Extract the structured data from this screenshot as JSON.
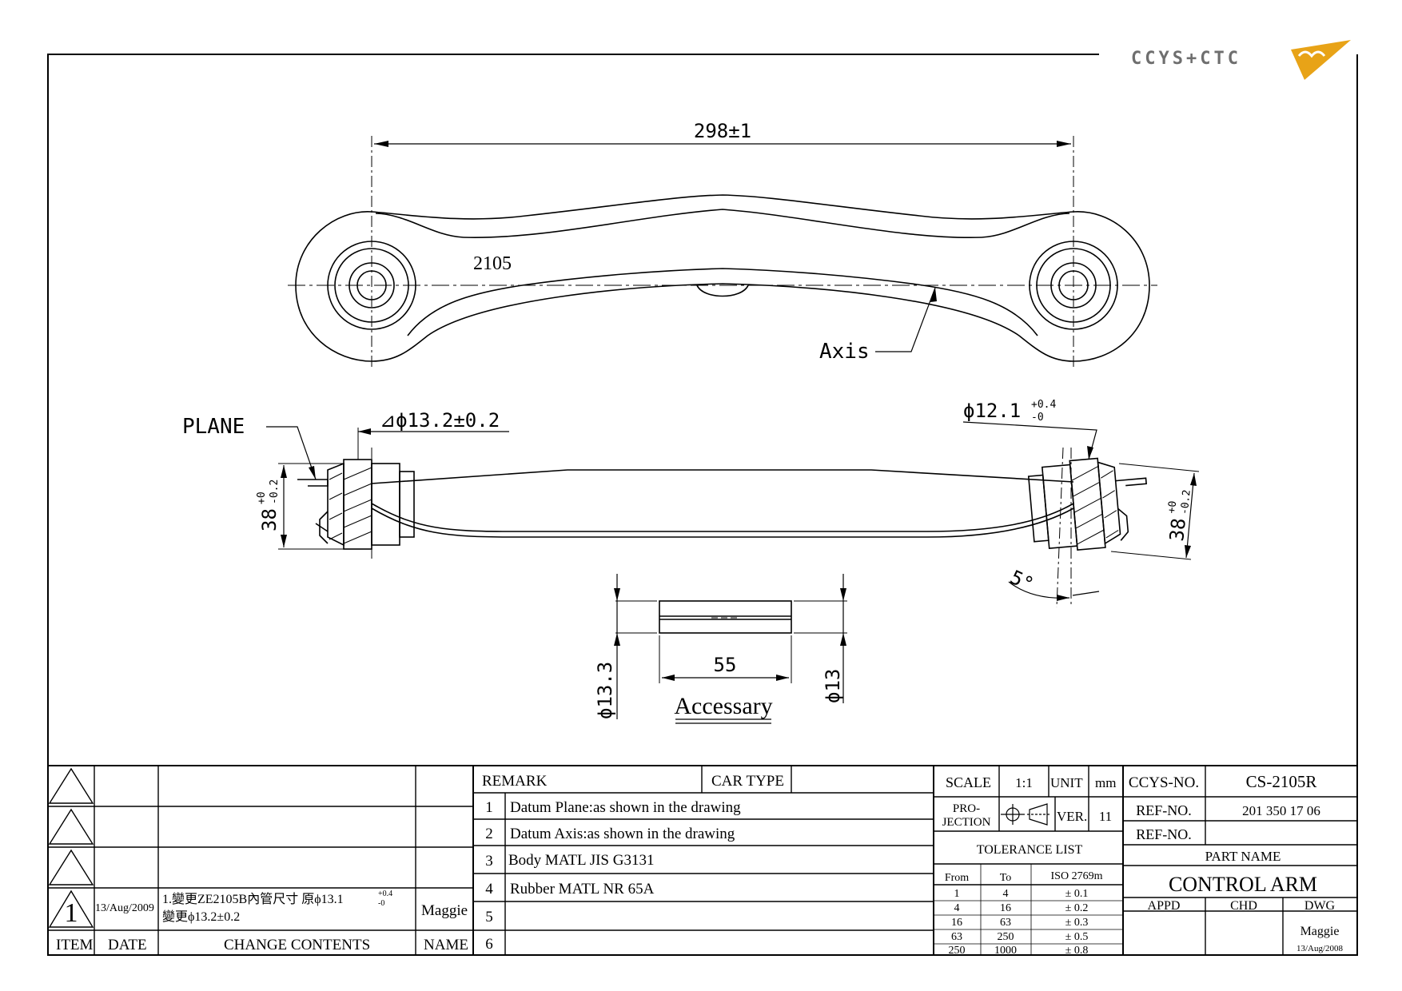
{
  "logo": {
    "text": "CCYS+CTC"
  },
  "dimensions": {
    "length": "298±1",
    "part_mark": "2105",
    "axis_label": "Axis",
    "plane_label": "PLANE",
    "bore_left": "⊿ϕ13.2±0.2",
    "bore_right_base": "ϕ12.1",
    "bore_right_tol_upper": "+0.4",
    "bore_right_tol_lower": "-0",
    "height_left_base": "38",
    "height_left_tol_upper": "+0",
    "height_left_tol_lower": "-0.2",
    "height_right_base": "38",
    "height_right_tol_upper": "+0",
    "height_right_tol_lower": "-0.2",
    "angle": "5°",
    "acc_length": "55",
    "acc_dia_left": "ϕ13.3",
    "acc_dia_right": "ϕ13",
    "accessary_label": "Accessary"
  },
  "revision": {
    "headers": {
      "item": "ITEM",
      "date": "DATE",
      "contents": "CHANGE CONTENTS",
      "name": "NAME"
    },
    "entry": {
      "item": "1",
      "date": "13/Aug/2009",
      "line1_prefix": "1.變更ZE2105B內管尺寸 原ϕ13.1",
      "line1_tol_upper": "+0.4",
      "line1_tol_lower": "-0",
      "line2": "變更ϕ13.2±0.2",
      "name": "Maggie"
    }
  },
  "remarks": {
    "remark_label": "REMARK",
    "car_type_label": "CAR TYPE",
    "rows": [
      {
        "no": "1",
        "text": "Datum Plane:as shown in the drawing"
      },
      {
        "no": "2",
        "text": "Datum Axis:as shown in the drawing"
      },
      {
        "no": "3",
        "text": "Body MATL JIS G3131"
      },
      {
        "no": "4",
        "text": "Rubber MATL NR 65A"
      },
      {
        "no": "5",
        "text": ""
      },
      {
        "no": "6",
        "text": ""
      }
    ]
  },
  "spec": {
    "scale_label": "SCALE",
    "scale": "1:1",
    "unit_label": "UNIT",
    "unit": "mm",
    "projection_label_1": "PRO-",
    "projection_label_2": "JECTION",
    "ver_label": "VER.",
    "ver": "11",
    "tolerance_title": "TOLERANCE LIST",
    "tol_headers": [
      "From",
      "To",
      "ISO 2769m"
    ],
    "tol_rows": [
      [
        "1",
        "4",
        "± 0.1"
      ],
      [
        "4",
        "16",
        "± 0.2"
      ],
      [
        "16",
        "63",
        "± 0.3"
      ],
      [
        "63",
        "250",
        "± 0.5"
      ],
      [
        "250",
        "1000",
        "± 0.8"
      ]
    ]
  },
  "title_block": {
    "ccys_no_label": "CCYS-NO.",
    "ccys_no": "CS-2105R",
    "ref_no_label": "REF-NO.",
    "ref_no": "201 350 17 06",
    "ref_no_label_2": "REF-NO.",
    "ref_no_2": "",
    "part_name_label": "PART NAME",
    "part_name": "CONTROL ARM",
    "appd_label": "APPD",
    "chd_label": "CHD",
    "dwg_label": "DWG",
    "dwg_name": "Maggie",
    "dwg_date": "13/Aug/2008"
  },
  "colors": {
    "logo_accent": "#e8a317",
    "logo_gray": "#6e6e6e"
  }
}
